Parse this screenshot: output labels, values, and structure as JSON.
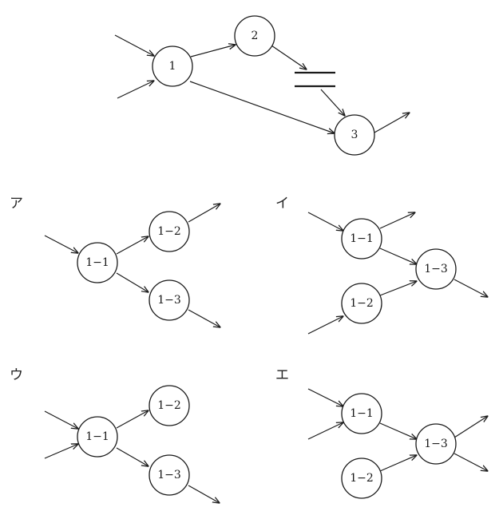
{
  "main_diagram": {
    "nodes": [
      {
        "id": "n1",
        "label": "1"
      },
      {
        "id": "n2",
        "label": "2"
      },
      {
        "id": "n3",
        "label": "3"
      }
    ],
    "edges": [
      {
        "from": "in",
        "to": "n1"
      },
      {
        "from": "in",
        "to": "n1"
      },
      {
        "from": "n1",
        "to": "n2"
      },
      {
        "from": "n1",
        "to": "n3"
      },
      {
        "from": "n2",
        "to": "store"
      },
      {
        "from": "store",
        "to": "n3"
      },
      {
        "from": "n3",
        "to": "out"
      }
    ],
    "has_data_store": true
  },
  "options": [
    {
      "label": "ア",
      "nodes": [
        "1−1",
        "1−2",
        "1−3"
      ]
    },
    {
      "label": "イ",
      "nodes": [
        "1−1",
        "1−2",
        "1−3"
      ]
    },
    {
      "label": "ウ",
      "nodes": [
        "1−1",
        "1−2",
        "1−3"
      ]
    },
    {
      "label": "エ",
      "nodes": [
        "1−1",
        "1−2",
        "1−3"
      ]
    }
  ]
}
